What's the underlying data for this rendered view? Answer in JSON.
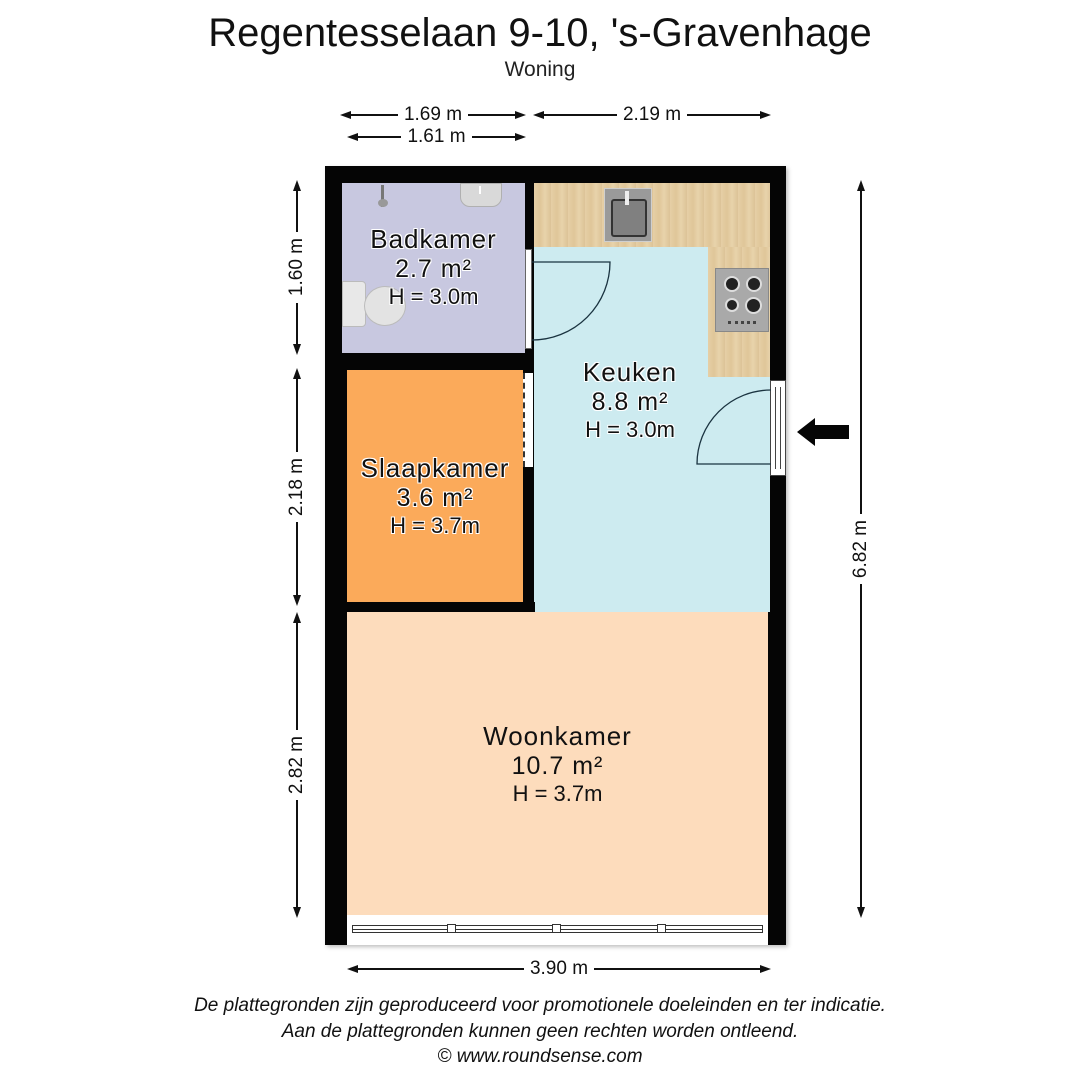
{
  "header": {
    "title": "Regentesselaan 9-10, 's-Gravenhage",
    "subtitle": "Woning"
  },
  "dimensions": {
    "top_left_outer": "1.69 m",
    "top_left_inner": "1.61 m",
    "top_right": "2.19 m",
    "left_top": "1.60 m",
    "left_middle": "2.18 m",
    "left_bottom": "2.82 m",
    "right_total": "6.82 m",
    "bottom_width": "3.90 m"
  },
  "rooms": [
    {
      "name": "Badkamer",
      "area": "2.7 m²",
      "height": "H = 3.0m",
      "color": "#c8c8e0"
    },
    {
      "name": "Keuken",
      "area": "8.8 m²",
      "height": "H = 3.0m",
      "color": "#cdebf0"
    },
    {
      "name": "Slaapkamer",
      "area": "3.6 m²",
      "height": "H = 3.7m",
      "color": "#fbaa5a"
    },
    {
      "name": "Woonkamer",
      "area": "10.7 m²",
      "height": "H = 3.7m",
      "color": "#fddcbc"
    }
  ],
  "icons": {
    "entrance": "entrance-arrow-icon",
    "sink": "kitchen-sink-icon",
    "stove": "stove-icon",
    "shower": "shower-icon",
    "washbasin": "washbasin-icon",
    "toilet": "toilet-icon"
  },
  "colors": {
    "wall": "#050505",
    "counter": "#e2cb9f"
  },
  "footer": {
    "line1": "De plattegronden zijn geproduceerd voor promotionele doeleinden en ter indicatie.",
    "line2": "Aan de plattegronden kunnen geen rechten worden ontleend.",
    "line3": "© www.roundsense.com"
  }
}
